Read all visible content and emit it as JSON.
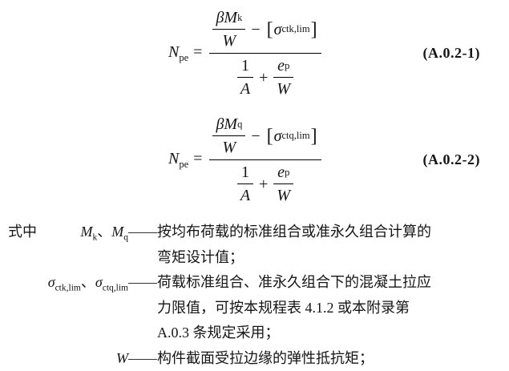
{
  "equations": [
    {
      "n": "N",
      "n_sub": "pe",
      "equals": "=",
      "beta": "β",
      "m": "M",
      "m_sub": "k",
      "m_den": "W",
      "minus": "−",
      "lbracket": "[",
      "sigma": "σ",
      "sigma_sub": "ctk,lim",
      "rbracket": "]",
      "one": "1",
      "a": "A",
      "plus": "+",
      "e": "e",
      "e_sub": "p",
      "w": "W",
      "label": "(A.0.2-1)"
    },
    {
      "n": "N",
      "n_sub": "pe",
      "equals": "=",
      "beta": "β",
      "m": "M",
      "m_sub": "q",
      "m_den": "W",
      "minus": "−",
      "lbracket": "[",
      "sigma": "σ",
      "sigma_sub": "ctq,lim",
      "rbracket": "]",
      "one": "1",
      "a": "A",
      "plus": "+",
      "e": "e",
      "e_sub": "p",
      "w": "W",
      "label": "(A.0.2-2)"
    }
  ],
  "definitions": {
    "intro": "式中",
    "items": [
      {
        "t1": "M",
        "t1_sub": "k",
        "sep": "、",
        "t2": "M",
        "t2_sub": "q",
        "dash": "——",
        "text": "按均布荷载的标准组合或准永久组合计算的弯矩设计值；"
      },
      {
        "t1": "σ",
        "t1_sub": "ctk,lim",
        "sep": "、",
        "t2": "σ",
        "t2_sub": "ctq,lim",
        "dash": "——",
        "text": "荷载标准组合、准永久组合下的混凝土拉应力限值，可按本规程表 4.1.2 或本附录第 A.0.3 条规定采用；"
      },
      {
        "t1": "W",
        "dash": "——",
        "text": "构件截面受拉边缘的弹性抵抗矩；"
      }
    ]
  }
}
